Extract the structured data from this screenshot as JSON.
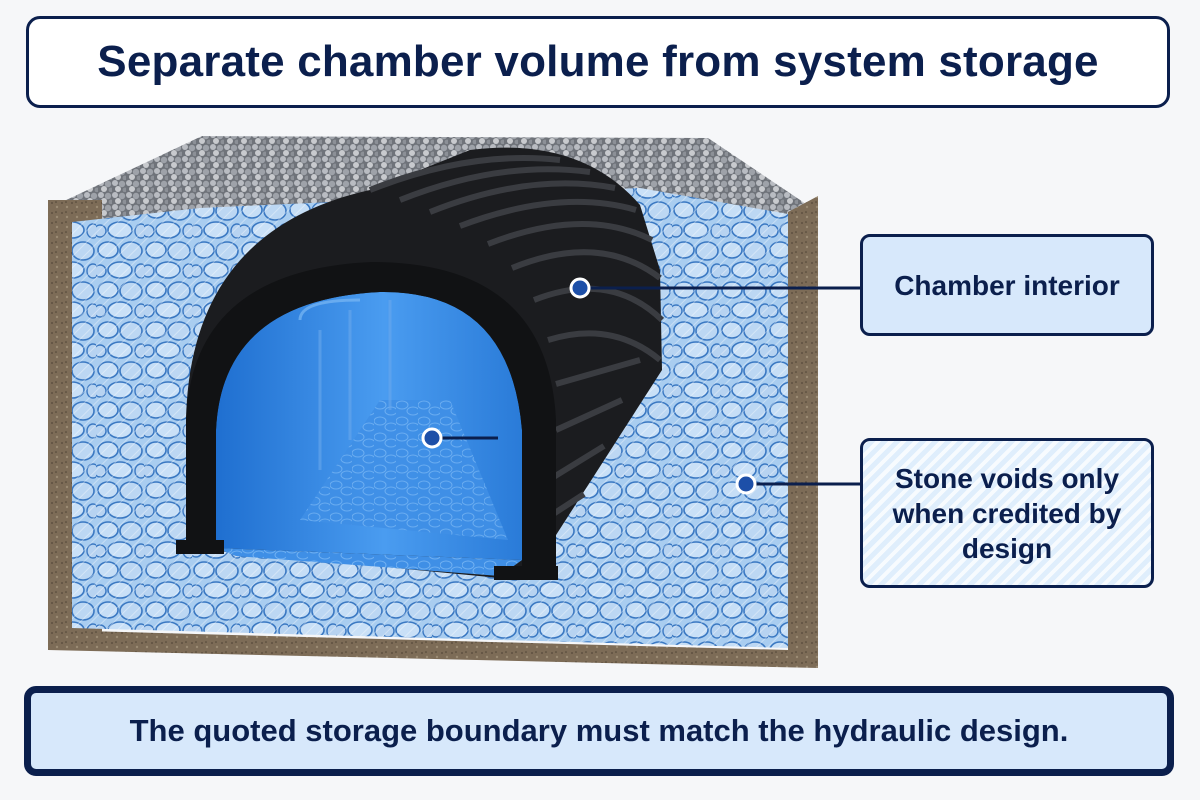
{
  "title": "Separate chamber volume from system storage",
  "callouts": {
    "chamber_interior": "Chamber interior",
    "stone_voids": "Stone voids only when credited by design"
  },
  "footer": "The quoted storage boundary must match the hydraulic design.",
  "colors": {
    "navy": "#0b1f4d",
    "chamber_black": "#1b1c1f",
    "water_blue": "#2f86e6",
    "stone_blue": "#a9cdf0",
    "soil_brown": "#7a6a55",
    "gravel_gray": "#8e9198",
    "callout_fill": "#d7e8fb"
  },
  "icons": [
    "marker-dot-icon"
  ]
}
